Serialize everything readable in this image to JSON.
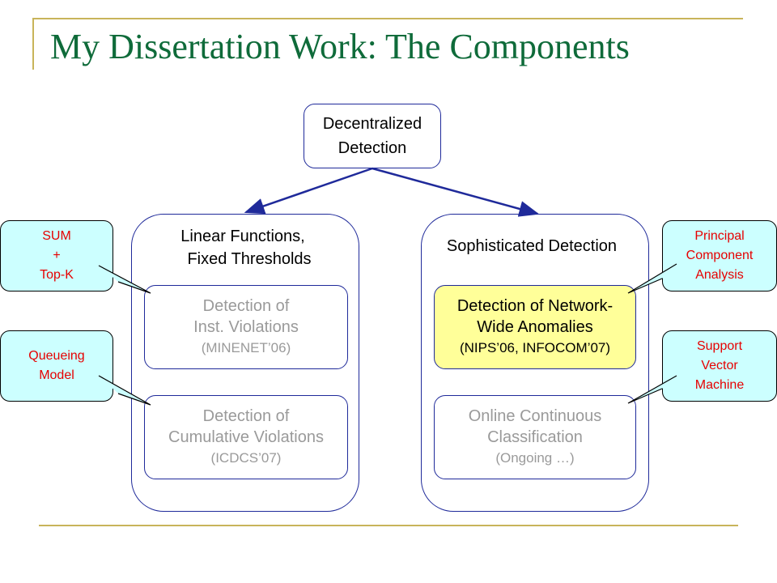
{
  "slide": {
    "title": "My Dissertation Work: The Components"
  },
  "diagram": {
    "root": {
      "line1": "Decentralized",
      "line2": "Detection"
    },
    "left_column": {
      "heading_line1": "Linear Functions,",
      "heading_line2": "Fixed Thresholds",
      "box1": {
        "line1": "Detection of",
        "line2": "Inst. Violations",
        "line3": "(MINENET’06)"
      },
      "box2": {
        "line1": "Detection of",
        "line2": "Cumulative Violations",
        "line3": "(ICDCS’07)"
      }
    },
    "right_column": {
      "heading_line1": "Sophisticated Detection",
      "box1": {
        "line1": "Detection of Network-",
        "line2": "Wide Anomalies",
        "line3": "(NIPS’06, INFOCOM’07)"
      },
      "box2": {
        "line1": "Online Continuous",
        "line2": "Classification",
        "line3": "(Ongoing …)"
      }
    },
    "callouts": {
      "sum_topk": {
        "line1": "SUM",
        "line2": "+",
        "line3": "Top-K"
      },
      "queueing": {
        "line1": "Queueing",
        "line2": "Model"
      },
      "pca": {
        "line1": "Principal",
        "line2": "Component",
        "line3": "Analysis"
      },
      "svm": {
        "line1": "Support",
        "line2": "Vector",
        "line3": "Machine"
      }
    },
    "colors": {
      "title": "#0f6b3a",
      "box_border": "#1f2a9a",
      "highlight_fill": "#ffff99",
      "callout_fill": "#ccffff",
      "callout_text": "#e60000",
      "faded_text": "#9a9a9a",
      "rule": "#c8b45a"
    }
  }
}
